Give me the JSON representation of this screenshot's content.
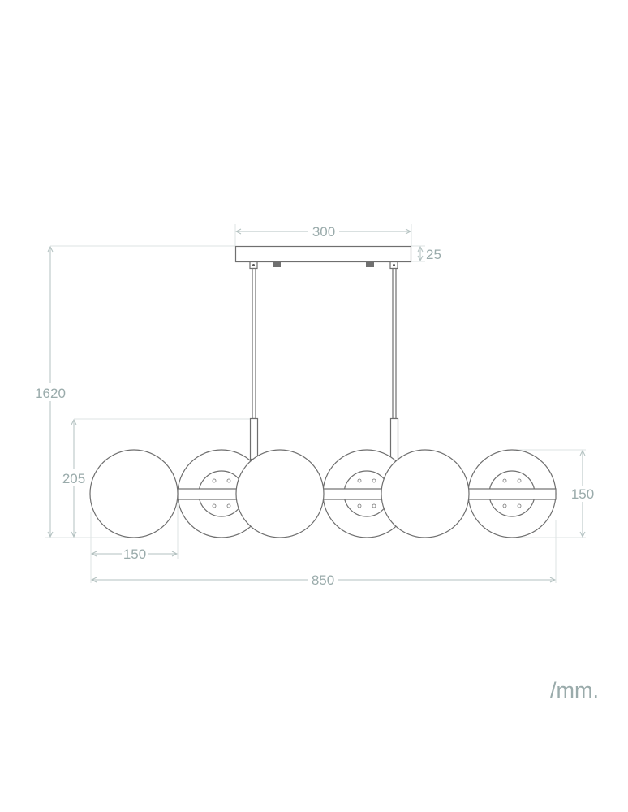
{
  "dimensions": {
    "canopy_width": "300",
    "canopy_height": "25",
    "total_height": "1620",
    "globe_row_height": "205",
    "globe_diameter_horizontal": "150",
    "globe_diameter_vertical": "150",
    "total_width": "850"
  },
  "unit": "/mm.",
  "colors": {
    "dimension": "#9aabab",
    "outline": "#6f6f6f"
  }
}
